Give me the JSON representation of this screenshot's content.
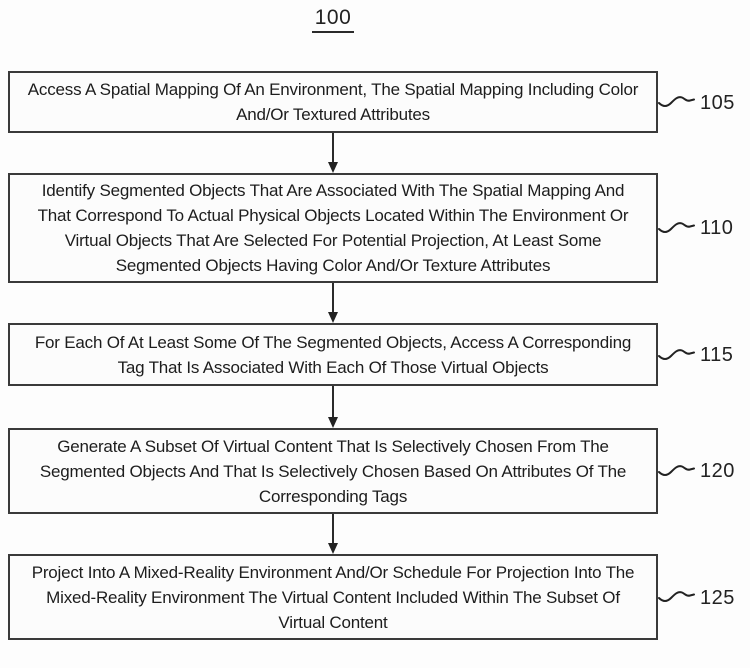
{
  "figure_label": "100",
  "steps": [
    {
      "ref": "105",
      "text": "Access A Spatial Mapping Of An Environment, The Spatial Mapping Including Color And/Or Textured Attributes"
    },
    {
      "ref": "110",
      "text": "Identify Segmented Objects That Are Associated With The Spatial Mapping And That Correspond To Actual Physical Objects Located Within The Environment Or Virtual Objects That Are Selected For Potential Projection, At Least Some Segmented Objects Having Color And/Or Texture Attributes"
    },
    {
      "ref": "115",
      "text": "For Each Of At Least Some Of The Segmented Objects, Access A Corresponding Tag That Is Associated With Each Of Those Virtual Objects"
    },
    {
      "ref": "120",
      "text": "Generate A Subset Of Virtual Content That Is Selectively Chosen From The Segmented Objects And That Is Selectively Chosen Based On Attributes Of The Corresponding Tags"
    },
    {
      "ref": "125",
      "text": "Project Into A Mixed-Reality Environment And/Or Schedule For Projection Into The Mixed-Reality Environment The Virtual Content Included Within The Subset Of Virtual Content"
    }
  ],
  "colors": {
    "ink": "#1d1d1d",
    "box_border": "#3a3a3a",
    "background": "#fdfdfd"
  }
}
